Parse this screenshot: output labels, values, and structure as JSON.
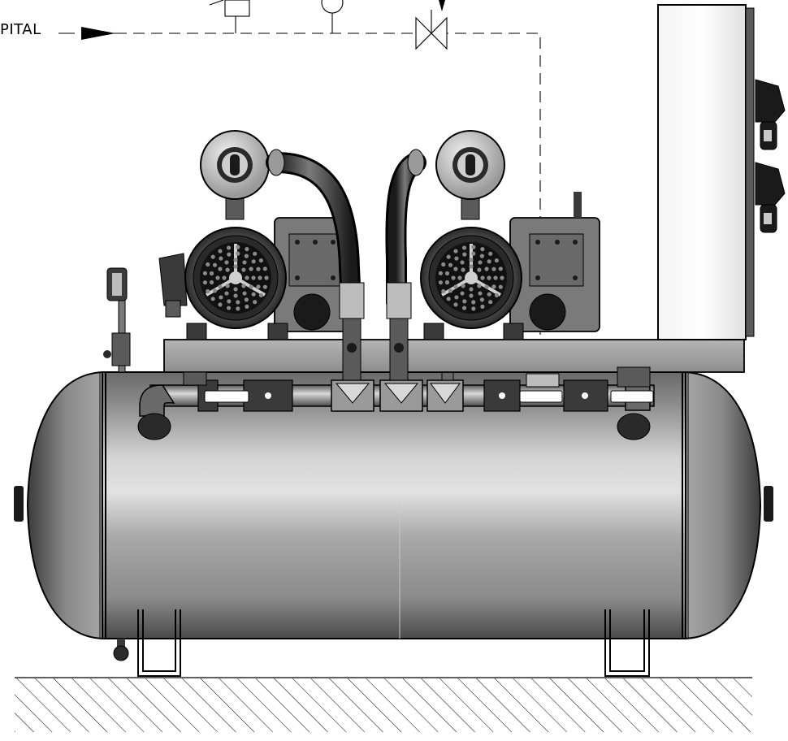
{
  "diagram": {
    "pipe_label": "PITAL",
    "colors": {
      "outline": "#000000",
      "tank_light": "#d2d2d2",
      "tank_mid": "#9a9a9a",
      "tank_dark": "#5a5a5a",
      "metal_light": "#cfcfcf",
      "metal_dark": "#3a3a3a",
      "panel": "#ececec",
      "background": "#ffffff"
    },
    "components": [
      "air-receiver-tank",
      "vacuum-pump-left",
      "vacuum-pump-right",
      "control-panel",
      "pressure-gauge",
      "ball-valves",
      "flexible-hose-left",
      "flexible-hose-right",
      "filter-left",
      "filter-right",
      "hatched-ground"
    ]
  }
}
